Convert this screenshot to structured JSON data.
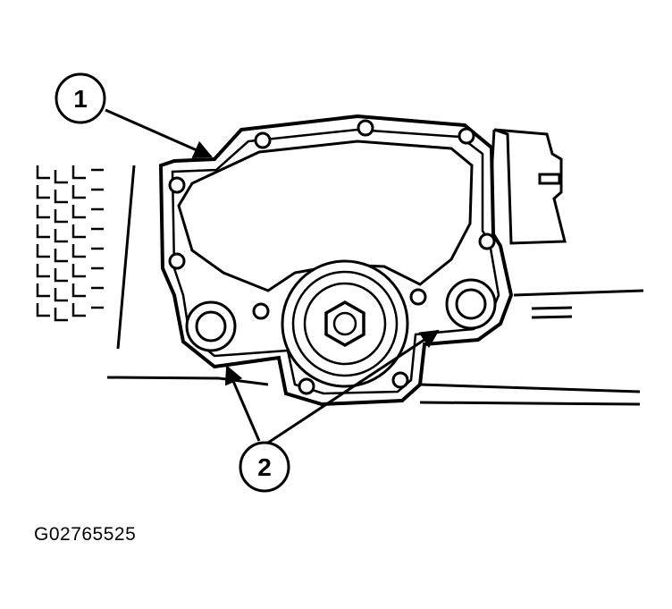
{
  "callouts": [
    {
      "id": "1",
      "label": "1"
    },
    {
      "id": "2",
      "label": "2"
    }
  ],
  "figure_id": "G02765525",
  "colors": {
    "ink": "#000000",
    "paper": "#ffffff"
  }
}
